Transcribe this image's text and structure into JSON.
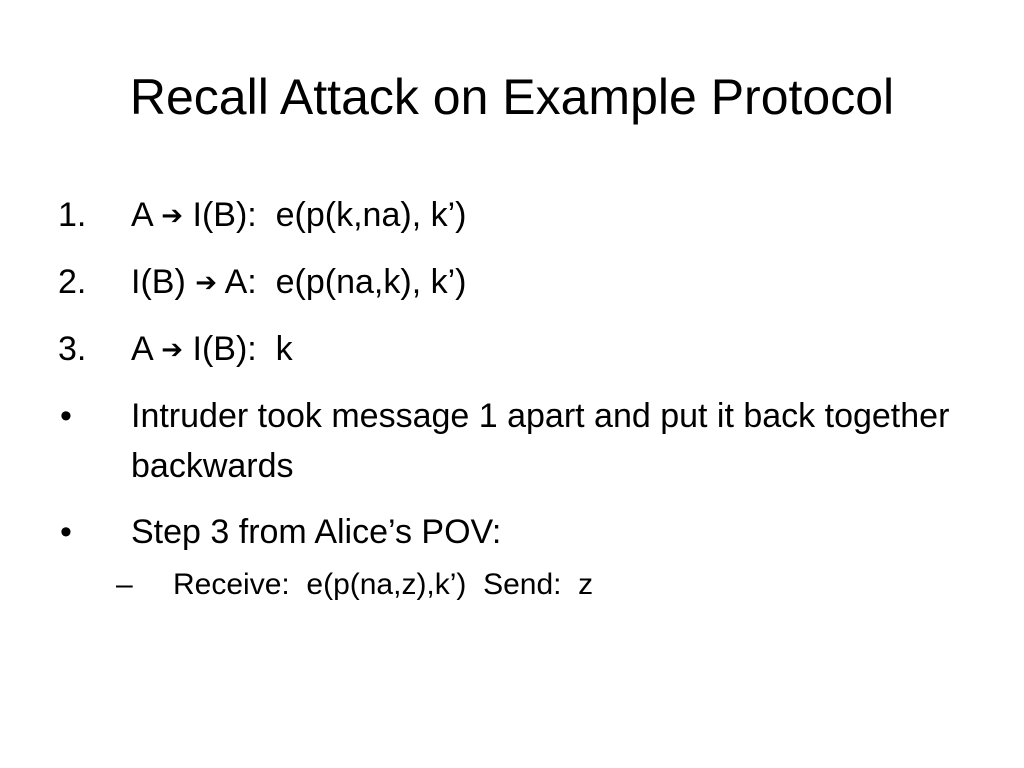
{
  "slide": {
    "title": "Recall Attack on Example Protocol",
    "steps": [
      {
        "number": "1.",
        "sender": "A",
        "receiver": "I(B):",
        "message": "e(p(k,na), k’)"
      },
      {
        "number": "2.",
        "sender": "I(B)",
        "receiver": "A:",
        "message": "e(p(na,k), k’)"
      },
      {
        "number": "3.",
        "sender": "A",
        "receiver": "I(B):",
        "message": "k"
      }
    ],
    "arrow_glyph": "➔",
    "bullets": [
      {
        "marker": "•",
        "text": "Intruder took message 1 apart and put it back together backwards"
      },
      {
        "marker": "•",
        "text": "Step 3 from Alice’s POV:"
      }
    ],
    "sub_bullets": [
      {
        "marker": "–",
        "text": "Receive:  e(p(na,z),k’)  Send:  z"
      }
    ]
  }
}
